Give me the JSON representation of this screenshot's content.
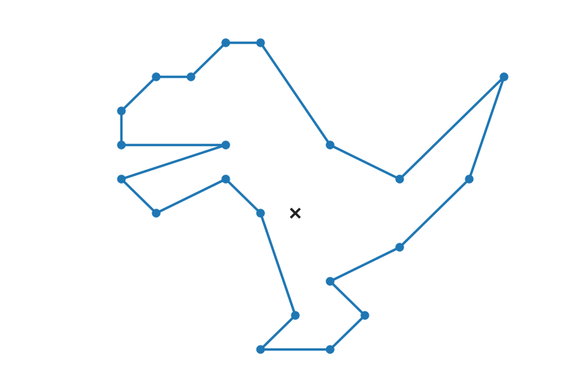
{
  "chart_data": {
    "type": "line",
    "title": "",
    "xlabel": "",
    "ylabel": "",
    "axes_visible": false,
    "grid": false,
    "closed": true,
    "xlim": [
      -5,
      6
    ],
    "ylim": [
      -4,
      5
    ],
    "line_color": "#1f77b4",
    "marker_color": "#1f77b4",
    "centroid_color": "#222222",
    "series": [
      {
        "points": [
          [
            -2,
            5
          ],
          [
            -1,
            5
          ],
          [
            1,
            2
          ],
          [
            3,
            1
          ],
          [
            6,
            4
          ],
          [
            5,
            1
          ],
          [
            3,
            -1
          ],
          [
            1,
            -2
          ],
          [
            2,
            -3
          ],
          [
            1,
            -4
          ],
          [
            -1,
            -4
          ],
          [
            0,
            -3
          ],
          [
            -1,
            0
          ],
          [
            -2,
            1
          ],
          [
            -4,
            0
          ],
          [
            -5,
            1
          ],
          [
            -2,
            2
          ],
          [
            -5,
            2
          ],
          [
            -5,
            3
          ],
          [
            -4,
            4
          ],
          [
            -3,
            4
          ]
        ]
      }
    ],
    "centroid": [
      0,
      0
    ]
  }
}
